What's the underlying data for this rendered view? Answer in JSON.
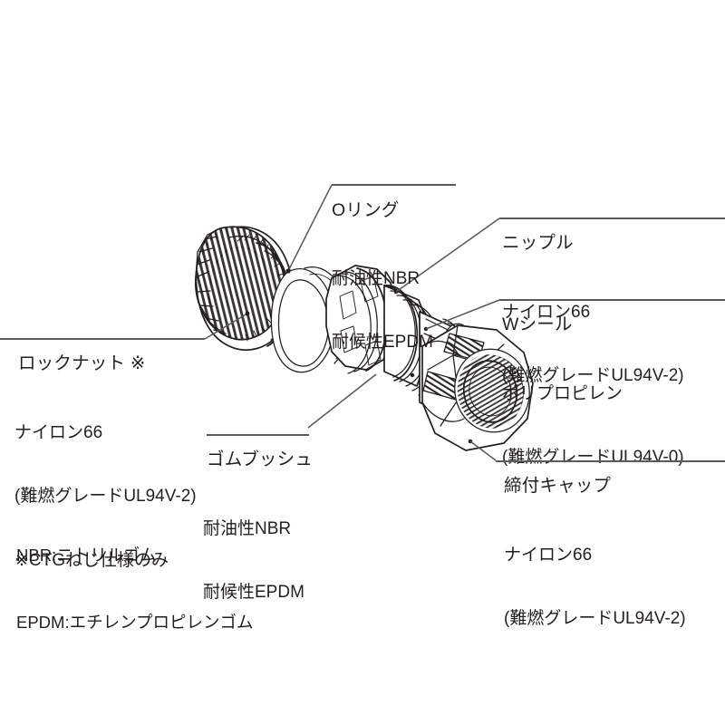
{
  "diagram": {
    "type": "exploded-assembly",
    "subject": "cable-gland",
    "background_color": "#ffffff",
    "line_color": "#231f20",
    "text_color": "#231f20",
    "rule_color": "#5b5b5e"
  },
  "callouts": [
    {
      "id": "o-ring",
      "title": "Oリング",
      "material_lines": [
        "耐油性NBR",
        "耐候性EPDM"
      ],
      "align": "left"
    },
    {
      "id": "nipple",
      "title": "ニップル",
      "material_lines": [
        "ナイロン66",
        "(難燃グレードUL94V-2)"
      ],
      "align": "left"
    },
    {
      "id": "w-seal",
      "title": "Wシール",
      "material_lines": [
        "ポリプロピレン",
        "(難燃グレードUL94V-0)"
      ],
      "align": "left"
    },
    {
      "id": "lock-nut",
      "title": "ロックナット ※",
      "material_lines": [
        "ナイロン66",
        "(難燃グレードUL94V-2)",
        "※CTGねじ仕様のみ"
      ],
      "align": "left"
    },
    {
      "id": "rubber-bush",
      "title": "ゴムブッシュ",
      "material_lines": [
        "耐油性NBR",
        "耐候性EPDM"
      ],
      "align": "left"
    },
    {
      "id": "clamp-cap",
      "title": "締付キャップ",
      "material_lines": [
        "ナイロン66",
        "(難燃グレードUL94V-2)"
      ],
      "align": "left"
    }
  ],
  "legend": {
    "lines": [
      "NBR:ニトリルゴム",
      "EPDM:エチレンプロピレンゴム"
    ]
  }
}
